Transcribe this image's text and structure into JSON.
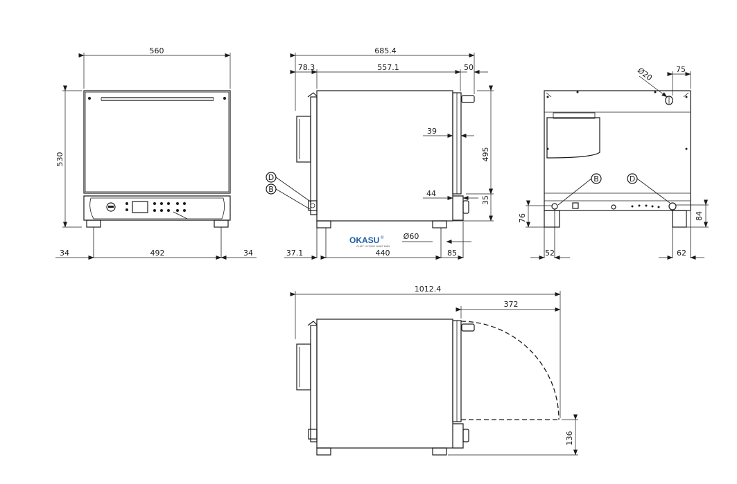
{
  "dimensions": {
    "front": {
      "width": "560",
      "height": "530",
      "leg_left": "34",
      "span": "492",
      "leg_right": "34"
    },
    "side": {
      "depth": "685.4",
      "back": "78.3",
      "body": "557.1",
      "front_gap": "50",
      "door_thk": "39",
      "height_body": "495",
      "panel": "44",
      "feet": "35",
      "foot_dia": "Ø60",
      "rear_off": "37.1",
      "foot_span": "440",
      "front_off": "85"
    },
    "rear": {
      "hole_dia": "Ø20",
      "hole_off": "75",
      "foot_left": "52",
      "foot_right": "62",
      "h_left": "76",
      "h_right": "84"
    },
    "open": {
      "depth": "1012.4",
      "door_swing": "372",
      "door_height": "136"
    }
  },
  "callouts": {
    "d": "D",
    "b": "B"
  },
  "brand": {
    "name": "OKASU",
    "reg": "®",
    "tagline": "CHẤT LƯỢNG NHẬT BẢN"
  },
  "colors": {
    "line": "#1a1a1a",
    "brand": "#1f5fa8",
    "brand_sub": "#555555"
  }
}
